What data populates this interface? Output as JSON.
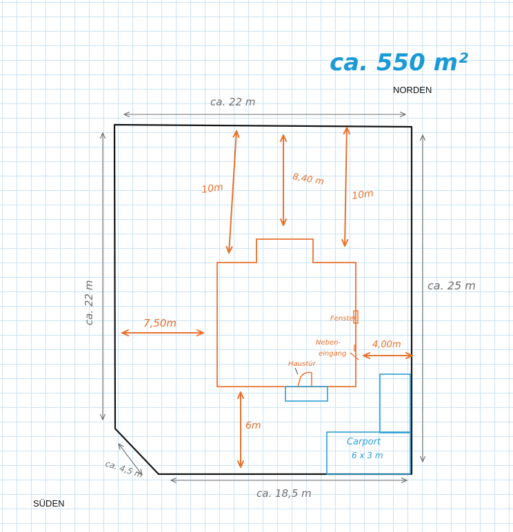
{
  "area_total": "ca. 550 m²",
  "compass": {
    "north": "NORDEN",
    "south": "SÜDEN"
  },
  "plot_dimensions": {
    "top": "ca. 22 m",
    "left": "ca. 22 m",
    "right": "ca. 25 m",
    "bottom": "ca. 18,5 m",
    "corner_cut": "ca. 4,5 m"
  },
  "setbacks": {
    "north_left": "10m",
    "north_center": "8,40 m",
    "north_right": "10m",
    "west": "7,50m",
    "east": "4,00m",
    "south": "6m"
  },
  "house_labels": {
    "window": "Fenster",
    "side_entrance_line1": "Neben-",
    "side_entrance_line2": "eingang",
    "front_door": "Haustür"
  },
  "carport": {
    "line1": "Carport",
    "line2": "6 x 3 m"
  },
  "colors": {
    "plot_outline": "#111111",
    "measure_gray": "#6e6e6e",
    "house_orange": "#e8702a",
    "carport_blue": "#2b9ed4",
    "grid": "#c9e2f4"
  }
}
